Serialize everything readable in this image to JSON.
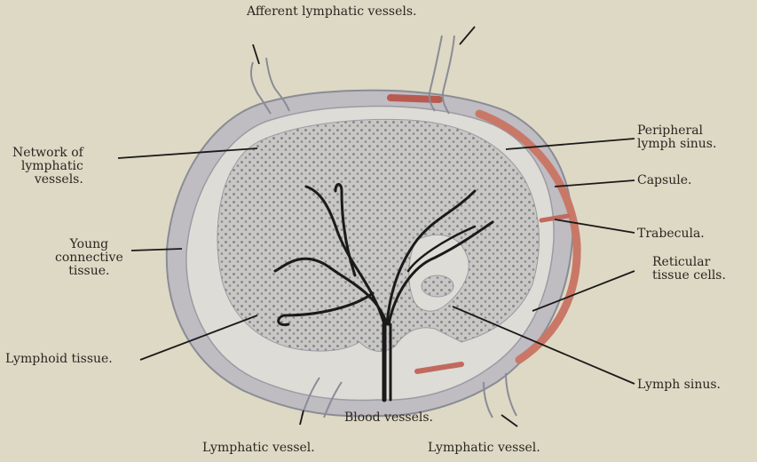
{
  "diagram": {
    "labels": {
      "afferent": "Afferent lymphatic vessels.",
      "network": [
        "Network of",
        "lymphatic",
        "vessels."
      ],
      "young": [
        "Young",
        "connective",
        "tissue."
      ],
      "lymphoid": "Lymphoid tissue.",
      "peripheral": [
        "Peripheral",
        "lymph sinus."
      ],
      "capsule": "Capsule.",
      "trabecula": "Trabecula.",
      "reticular": [
        "Reticular",
        "tissue cells."
      ],
      "lymph_sinus": "Lymph sinus.",
      "blood": "Blood vessels.",
      "lymphatic_left": "Lymphatic vessel.",
      "lymphatic_right": "Lymphatic vessel."
    },
    "colors": {
      "background": "#ded9c4",
      "tissue": "#c9c7c1",
      "capsule": "#c97868",
      "vessels": "#1a1a1a",
      "outline": "#8a8c96"
    }
  }
}
